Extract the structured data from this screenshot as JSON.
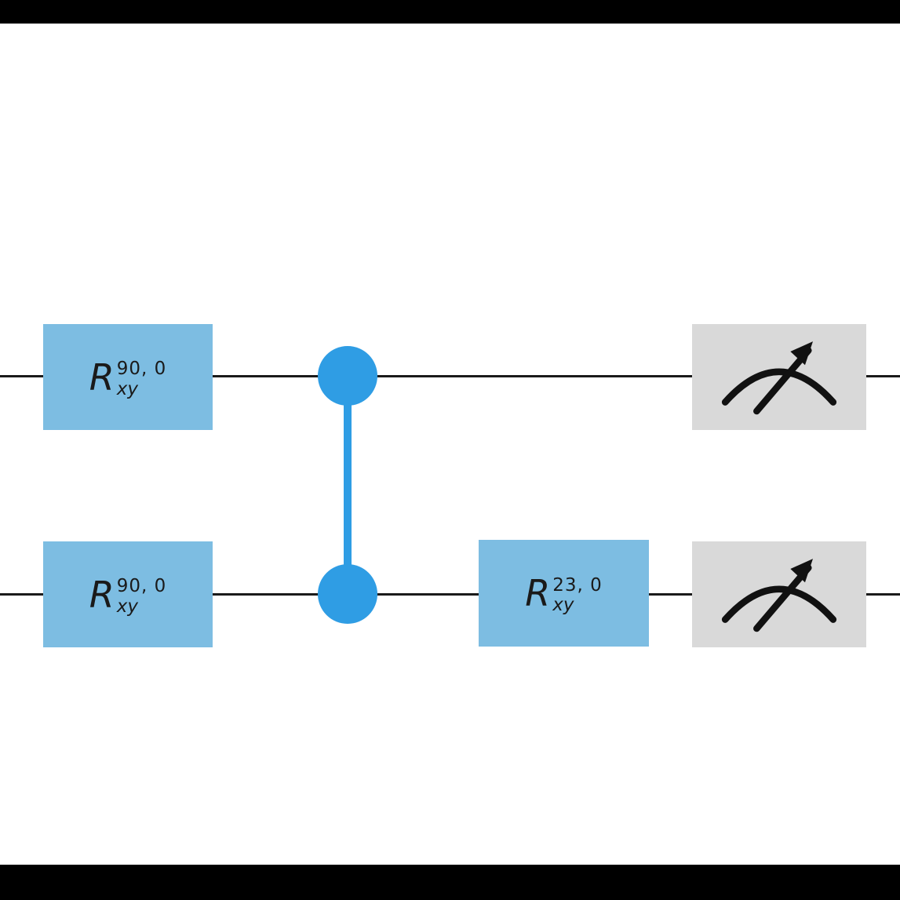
{
  "figure": {
    "type": "quantum-circuit-diagram",
    "background": "#000000",
    "canvas_background": "#ffffff"
  },
  "colors": {
    "figure_bg": "#000000",
    "canvas_bg": "#ffffff",
    "gate_fill": "#7dbde2",
    "control": "#2f9de4",
    "measure_fill": "#d9d9d9",
    "wire": "#1a1a1a",
    "label_text": "#1a1a1a"
  },
  "circuit": {
    "num_qubits": 2,
    "wires": [
      {
        "id": "qubit-0"
      },
      {
        "id": "qubit-1"
      }
    ],
    "gates": [
      {
        "type": "rotation",
        "wire": 0,
        "column": 0,
        "label": {
          "base": "R",
          "sub": "xy",
          "sup": "90, 0"
        }
      },
      {
        "type": "rotation",
        "wire": 1,
        "column": 0,
        "label": {
          "base": "R",
          "sub": "xy",
          "sup": "90, 0"
        }
      },
      {
        "type": "cz",
        "wires": [
          0,
          1
        ],
        "column": 1,
        "icon": "control-dot-icon"
      },
      {
        "type": "rotation",
        "wire": 1,
        "column": 2,
        "label": {
          "base": "R",
          "sub": "xy",
          "sup": "23, 0"
        }
      },
      {
        "type": "measurement",
        "wire": 0,
        "column": 3,
        "icon": "meter-icon"
      },
      {
        "type": "measurement",
        "wire": 1,
        "column": 3,
        "icon": "meter-icon"
      }
    ]
  }
}
